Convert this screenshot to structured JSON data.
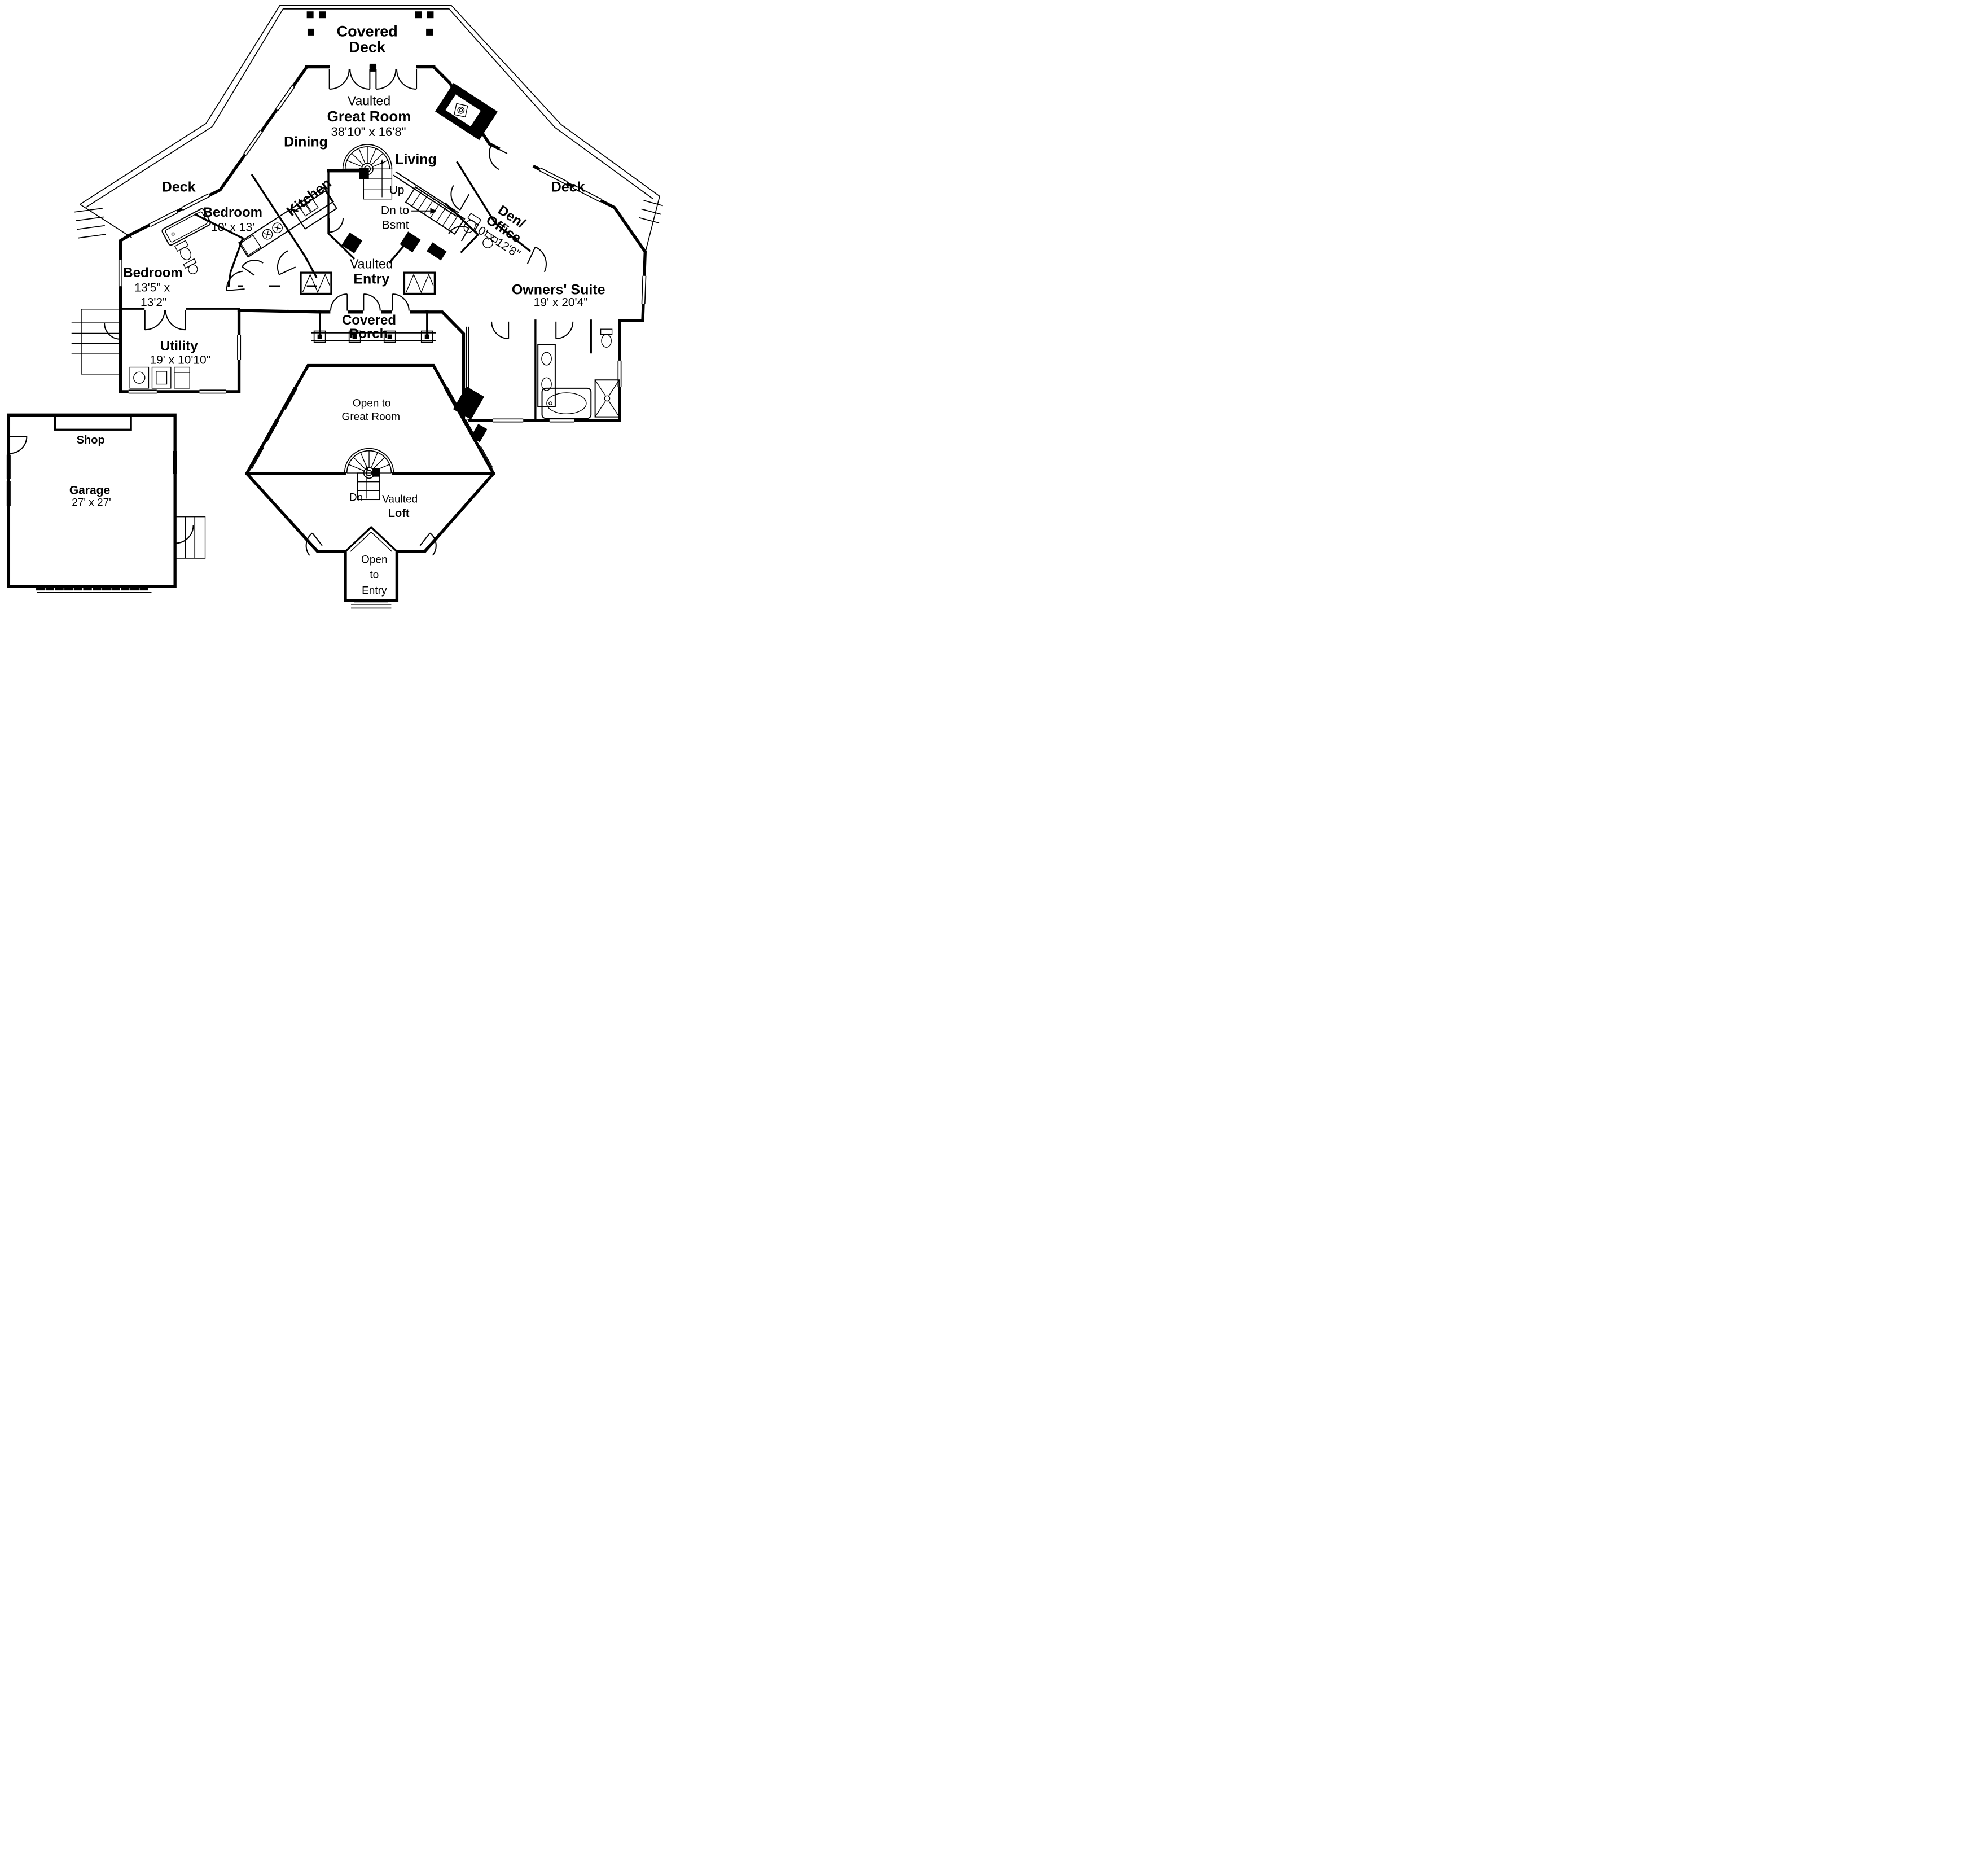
{
  "colors": {
    "ink": "#000000",
    "paper": "#ffffff"
  },
  "rooms": {
    "covered_deck": {
      "line1": "Covered",
      "line2": "Deck"
    },
    "great_room": {
      "prefix": "Vaulted",
      "name": "Great Room",
      "dims": "38'10\" x 16'8\""
    },
    "dining": {
      "name": "Dining"
    },
    "living": {
      "name": "Living"
    },
    "kitchen": {
      "name": "Kitchen"
    },
    "stairs": {
      "up": "Up",
      "dn_line1": "Dn to",
      "dn_line2": "Bsmt"
    },
    "deck_left": {
      "name": "Deck"
    },
    "deck_right": {
      "name": "Deck"
    },
    "bedroom1": {
      "name": "Bedroom",
      "dims": "10' x 13'"
    },
    "bedroom2": {
      "name": "Bedroom",
      "dims_line1": "13'5\" x",
      "dims_line2": "13'2\""
    },
    "den_office": {
      "line1": "Den/",
      "line2": "Office",
      "dims": "10' x 12'8\""
    },
    "owners_suite": {
      "name": "Owners' Suite",
      "dims": "19' x 20'4\""
    },
    "entry": {
      "prefix": "Vaulted",
      "name": "Entry"
    },
    "covered_porch": {
      "line1": "Covered",
      "line2": "Porch"
    },
    "utility": {
      "name": "Utility",
      "dims": "19' x 10'10\""
    },
    "shop": {
      "name": "Shop"
    },
    "garage": {
      "name": "Garage",
      "dims": "27' x 27'"
    },
    "loft": {
      "open_line1": "Open to",
      "open_line2": "Great Room",
      "dn": "Dn",
      "prefix": "Vaulted",
      "name": "Loft",
      "entry_line1": "Open",
      "entry_line2": "to",
      "entry_line3": "Entry"
    }
  }
}
